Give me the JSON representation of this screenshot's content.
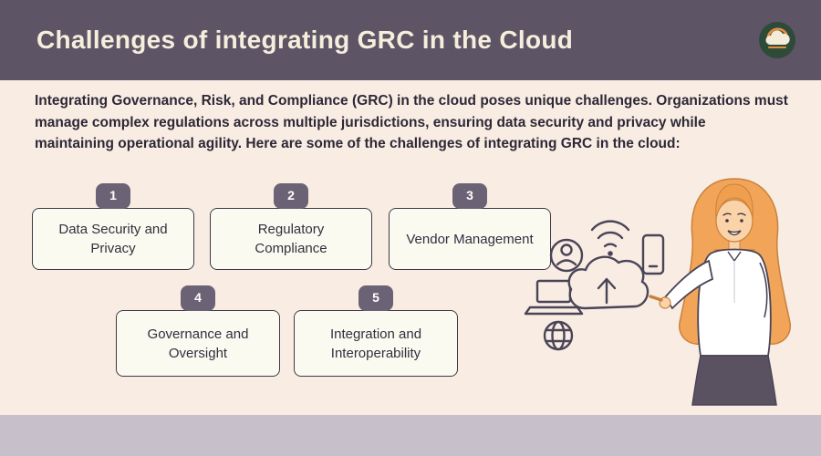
{
  "header": {
    "title": "Challenges of integrating GRC in the Cloud"
  },
  "intro": {
    "text": "Integrating Governance, Risk, and Compliance (GRC) in the cloud poses unique challenges. Organizations must manage complex regulations across multiple jurisdictions, ensuring data security and privacy while maintaining operational agility. Here are some of the challenges of integrating GRC in the cloud:"
  },
  "challenges": [
    {
      "number": "1",
      "label": "Data Security and Privacy"
    },
    {
      "number": "2",
      "label": "Regulatory Compliance"
    },
    {
      "number": "3",
      "label": "Vendor Management"
    },
    {
      "number": "4",
      "label": "Governance and Oversight"
    },
    {
      "number": "5",
      "label": "Integration and Interoperability"
    }
  ],
  "icons": [
    "user-icon",
    "wifi-icon",
    "smartphone-icon",
    "cloud-upload-icon",
    "laptop-icon",
    "globe-icon",
    "brand-cloud-logo"
  ],
  "colors": {
    "header_bg": "#5d5466",
    "header_text": "#f6eedc",
    "body_bg": "#f8ece3",
    "card_bg": "#fbfaf0",
    "card_border": "#3e3947",
    "badge_bg": "#6b6375",
    "footer_bg": "#c7c0ca",
    "logo_green": "#2e4b3a",
    "logo_orange": "#e58e3f",
    "hair_orange": "#f2a558"
  }
}
